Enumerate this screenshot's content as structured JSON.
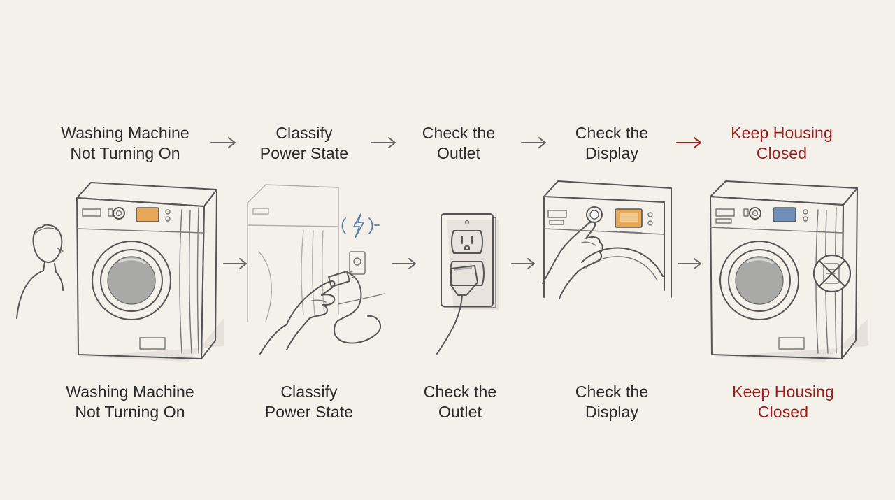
{
  "steps": [
    {
      "line1": "Washing Machine",
      "line2": "Not Turning On"
    },
    {
      "line1": "Classify",
      "line2": "Power State"
    },
    {
      "line1": "Check the",
      "line2": "Outlet"
    },
    {
      "line1": "Check the",
      "line2": "Display"
    },
    {
      "line1": "Keep Housing",
      "line2": "Closed"
    }
  ],
  "colors": {
    "text": "#2a2a2a",
    "highlight": "#9e1c1c",
    "background": "#f4f1ea",
    "display_orange": "#e7a85a",
    "display_blue": "#6f8fb8",
    "electric_blue": "#5a7ea8"
  },
  "icons": {
    "step1": "washing-machine-with-person",
    "step2": "hand-unplugging-power-cord",
    "step3": "wall-outlet-with-plug",
    "step4": "hand-pressing-power-button",
    "step5": "washing-machine-with-no-open-symbol"
  }
}
